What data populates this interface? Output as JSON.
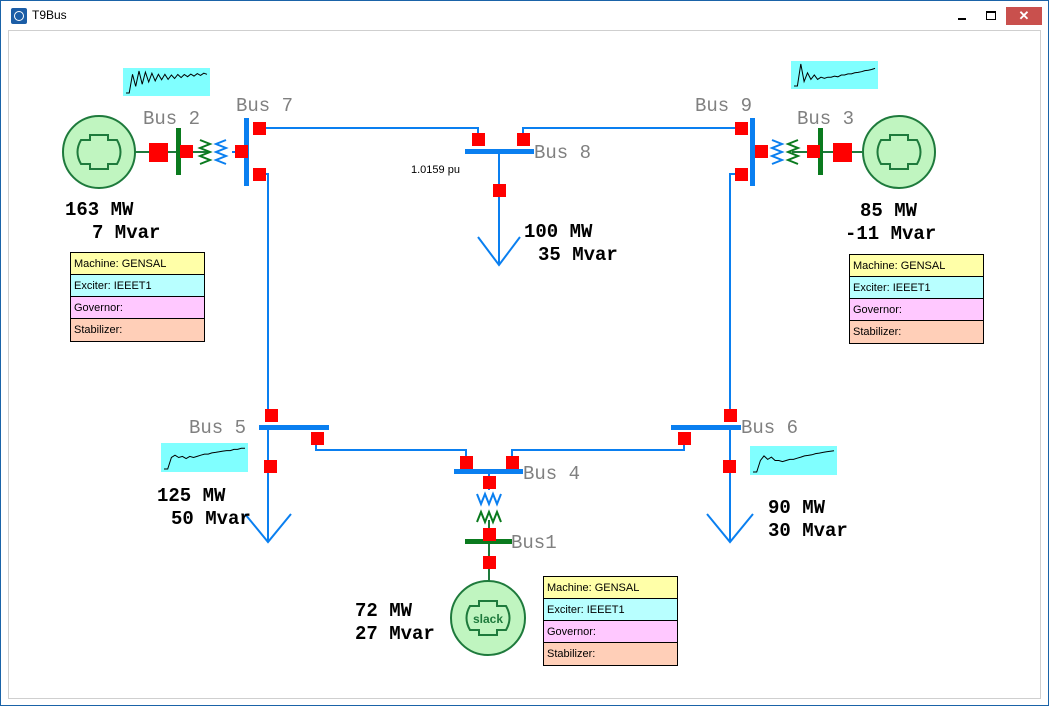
{
  "window": {
    "title": "T9Bus",
    "minimize_label": "",
    "maximize_label": "",
    "close_label": "✕"
  },
  "colors": {
    "bus_blue": "#0a7ff0",
    "bus_green": "#0a7a1e",
    "breaker_red": "#ff0000",
    "gen_fill": "#c0f5c0",
    "gen_stroke": "#1e7a3c",
    "strip_bg": "#80ffff"
  },
  "buses": {
    "bus1": "Bus1",
    "bus2": "Bus 2",
    "bus3": "Bus 3",
    "bus4": "Bus 4",
    "bus5": "Bus 5",
    "bus6": "Bus 6",
    "bus7": "Bus 7",
    "bus8": "Bus 8",
    "bus9": "Bus 9"
  },
  "bus8_voltage": "1.0159 pu",
  "generators": {
    "gen1": {
      "mw": "72 MW",
      "mvar": "27 Mvar",
      "label": "slack"
    },
    "gen2": {
      "mw": "163 MW",
      "mvar": "7 Mvar"
    },
    "gen3": {
      "mw": "85 MW",
      "mvar": "-11 Mvar"
    }
  },
  "loads": {
    "load5": {
      "mw": "125 MW",
      "mvar": "50 Mvar"
    },
    "load6": {
      "mw": "90 MW",
      "mvar": "30 Mvar"
    },
    "load8": {
      "mw": "100 MW",
      "mvar": "35 Mvar"
    }
  },
  "model_boxes": {
    "gen2": {
      "machine": "Machine: GENSAL",
      "exciter": "Exciter: IEEET1",
      "governor": "Governor:",
      "stabilizer": "Stabilizer:"
    },
    "gen3": {
      "machine": "Machine: GENSAL",
      "exciter": "Exciter: IEEET1",
      "governor": "Governor:",
      "stabilizer": "Stabilizer:"
    },
    "gen1": {
      "machine": "Machine: GENSAL",
      "exciter": "Exciter: IEEET1",
      "governor": "Governor:",
      "stabilizer": "Stabilizer:"
    }
  },
  "strip_charts": {
    "gen2": [
      0.0,
      0.0,
      0.85,
      0.3,
      1.0,
      0.4,
      0.95,
      0.5,
      0.9,
      0.55,
      0.85,
      0.6,
      0.85,
      0.62,
      0.82,
      0.66,
      0.84,
      0.7,
      0.84,
      0.74,
      0.86,
      0.77,
      0.88,
      0.8,
      0.9,
      0.85
    ],
    "gen3": [
      0.0,
      0.0,
      1.0,
      0.2,
      0.6,
      0.3,
      0.5,
      0.3,
      0.4,
      0.35,
      0.4,
      0.4,
      0.45,
      0.42,
      0.5,
      0.5,
      0.55,
      0.55,
      0.6,
      0.62,
      0.65,
      0.7,
      0.72,
      0.75,
      0.8
    ],
    "bus5": [
      0.0,
      0.0,
      0.5,
      0.6,
      0.5,
      0.55,
      0.45,
      0.55,
      0.5,
      0.55,
      0.6,
      0.65,
      0.65,
      0.7,
      0.72,
      0.75,
      0.78,
      0.8,
      0.8,
      0.85,
      0.85,
      0.9,
      0.9
    ],
    "bus6": [
      0.0,
      0.0,
      0.5,
      0.7,
      0.55,
      0.65,
      0.5,
      0.5,
      0.45,
      0.5,
      0.55,
      0.55,
      0.6,
      0.65,
      0.7,
      0.72,
      0.75,
      0.8,
      0.82,
      0.85,
      0.88,
      0.9,
      0.92
    ]
  }
}
